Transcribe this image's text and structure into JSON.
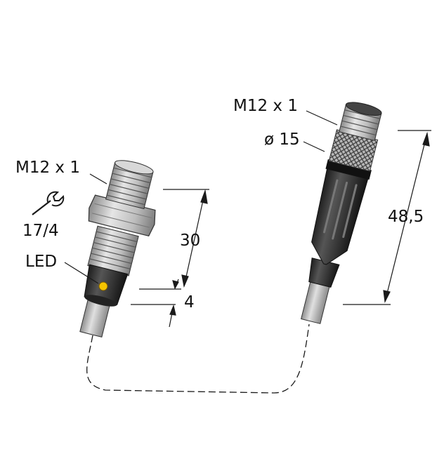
{
  "labels": {
    "sensor_thread": "M12 x 1",
    "wrench_size": "17/4",
    "led": "LED",
    "sensor_length": "30",
    "cap_length": "4",
    "connector_thread": "M12 x 1",
    "connector_diameter": "ø 15",
    "connector_length": "48,5"
  },
  "colors": {
    "led": "#f5c400",
    "metal": "#c8c8c8",
    "connector_body": "#2f2f2f",
    "cable": "#bdbdbd"
  }
}
